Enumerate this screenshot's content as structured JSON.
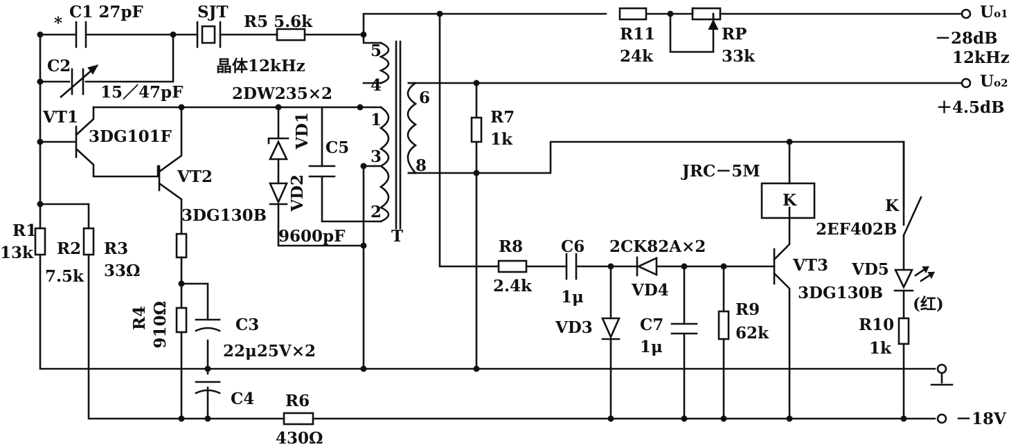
{
  "labels": {
    "c1_star": "*",
    "c1": "C1 27pF",
    "c2": "C2",
    "c2_val": "15／47pF",
    "sjt": "SJT",
    "crystal": "晶体12kHz",
    "r5": "R5 5.6k",
    "dw": "2DW235×2",
    "vt1": "VT1",
    "vt1_type": "3DG101F",
    "vt2": "VT2",
    "vt2_type": "3DG130B",
    "vd1": "VD1",
    "vd2": "VD2",
    "c5": "C5",
    "c5_val": "9600pF",
    "t": "T",
    "pin5": "5",
    "pin4": "4",
    "pin1": "1",
    "pin3": "3",
    "pin2": "2",
    "pin6": "6",
    "pin8": "8",
    "r1": "R1",
    "r1_val": "13k",
    "r2": "R2",
    "r2_val": "7.5k",
    "r3": "R3",
    "r3_val": "33Ω",
    "r4": "R4",
    "r4_val": "910Ω",
    "c3": "C3",
    "c3_val": "22μ25V×2",
    "c4": "C4",
    "r6": "R6",
    "r6_val": "430Ω",
    "r11": "R11",
    "r11_val": "24k",
    "rp": "RP",
    "rp_val": "33k",
    "uo1_main": "U",
    "uo1_sub": "o1",
    "uo1_level": "－28dB",
    "uo1_freq": "12kHz",
    "uo2_main": "U",
    "uo2_sub": "o2",
    "uo2_level": "＋4.5dB",
    "r7": "R7",
    "r7_val": "1k",
    "jrc": "JRC－5M",
    "relay_k": "K",
    "switch_k": "K",
    "vd5_type": "2EF402B",
    "r8": "R8",
    "r8_val": "2.4k",
    "c6": "C6",
    "c6_val": "1μ",
    "ck": "2CK82A×2",
    "vd4": "VD4",
    "vd3": "VD3",
    "c7": "C7",
    "c7_val": "1μ",
    "r9": "R9",
    "r9_val": "62k",
    "vt3": "VT3",
    "vt3_type": "3DG130B",
    "vd5": "VD5",
    "vd5_color": "(红)",
    "r10": "R10",
    "r10_val": "1k",
    "supply": "－18V"
  }
}
